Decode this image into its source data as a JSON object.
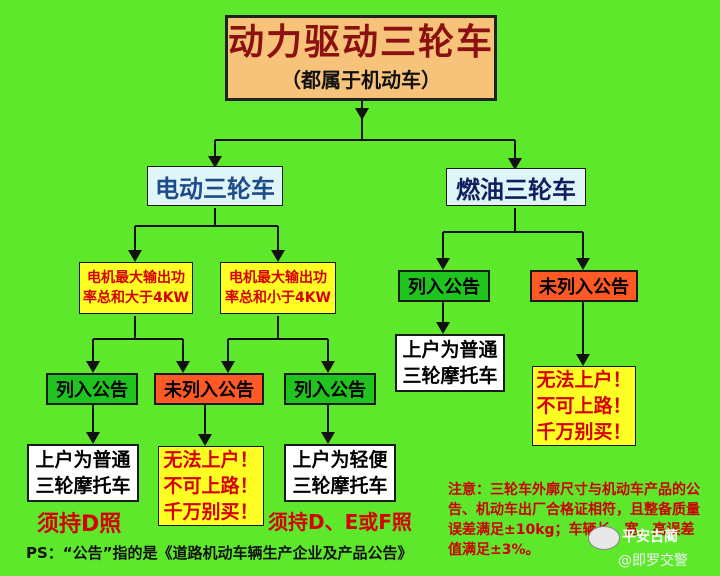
{
  "title": {
    "main": "动力驱动三轮车",
    "sub": "（都属于机动车）"
  },
  "categories": {
    "electric": "电动三轮车",
    "fuel": "燃油三轮车"
  },
  "electric": {
    "cond_high": [
      "电机最大输出功",
      "率总和大于4KW"
    ],
    "cond_low": [
      "电机最大输出功",
      "率总和小于4KW"
    ],
    "high_listed": "列入公告",
    "unlisted": "未列入公告",
    "low_listed": "列入公告",
    "reg_normal": [
      "上户为普通",
      "三轮摩托车"
    ],
    "warn": [
      "无法上户！",
      "不可上路！",
      "千万别买！"
    ],
    "reg_light": [
      "上户为轻便",
      "三轮摩托车"
    ],
    "license_d": "须持D照",
    "license_def": "须持D、E或F照"
  },
  "fuel": {
    "listed": "列入公告",
    "unlisted": "未列入公告",
    "reg_normal": [
      "上户为普通",
      "三轮摩托车"
    ],
    "warn": [
      "无法上户！",
      "不可上路！",
      "千万别买！"
    ]
  },
  "note": "注意：三轮车外廓尺寸与机动车产品的公告、机动车出厂合格证相符，且整备质量误差满足±10kg；车辆长、宽、高误差值满足±3%。",
  "ps": "PS：“公告”指的是《道路机动车辆生产企业及产品公告》",
  "watermark": {
    "name": "平安古蔺",
    "handle": "@即罗交警"
  }
}
